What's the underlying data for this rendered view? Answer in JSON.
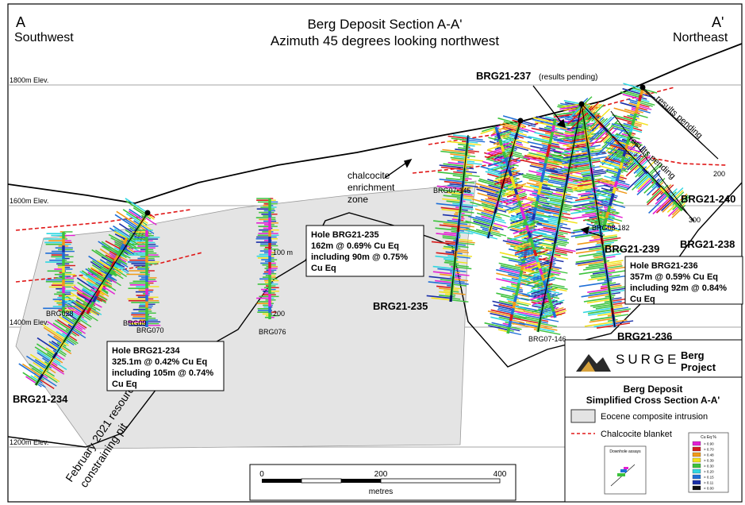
{
  "header": {
    "title": "Berg Deposit Section A-A'",
    "subtitle": "Azimuth 45 degrees looking northwest",
    "left_letter": "A",
    "left_dir": "Southwest",
    "right_letter": "A'",
    "right_dir": "Northeast"
  },
  "elevations": [
    "1800m Elev.",
    "1600m Elev.",
    "1400m Elev.",
    "1200m Elev."
  ],
  "holes": {
    "brg21_237": "BRG21-237",
    "brg21_237_note": "(results pending)",
    "brg21_240": "BRG21-240",
    "brg21_238": "BRG21-238",
    "brg21_239": "BRG21-239",
    "brg21_235": "BRG21-235",
    "brg21_236": "BRG21-236",
    "brg21_234": "BRG21-234",
    "brg028": "BRG028",
    "brg070": "BRG070",
    "brg076": "BRG076",
    "brg08_182": "BRG08-182",
    "brg07_146": "BRG07-146",
    "brg07_145": "BRG07-145",
    "brg09x": "BRG09"
  },
  "pending_labels": [
    "results pending",
    "results pending"
  ],
  "depth_labels": {
    "d100": "100 m",
    "d200": "200",
    "d300": "300"
  },
  "chalcocite_zone": [
    "chalcocite",
    "enrichment",
    "zone"
  ],
  "pit_label": [
    "February 2021 resource",
    "constraining pit"
  ],
  "callouts": {
    "brg21_235": [
      "Hole BRG21-235",
      "162m @ 0.69% Cu Eq",
      "including 90m @ 0.75%",
      "Cu Eq"
    ],
    "brg21_236": [
      "Hole BRG21-236",
      "357m @ 0.59% Cu Eq",
      "including 92m @ 0.84%",
      "Cu Eq"
    ],
    "brg21_234": [
      "Hole BRG21-234",
      "325.1m @ 0.42% Cu Eq",
      "including 105m @ 0.74%",
      "Cu Eq"
    ]
  },
  "scale": {
    "ticks": [
      "0",
      "200",
      "400"
    ],
    "unit": "metres"
  },
  "legend": {
    "company": "SURGE",
    "project_line1": "Berg",
    "project_line2": "Project",
    "title_line1": "Berg Deposit",
    "title_line2": "Simplified Cross Section A-A'",
    "intrusion": "Eocene composite intrusion",
    "blanket": "Chalcocite blanket",
    "inset_title": "Downhole assays",
    "cu_title": "Cu Eq %",
    "cu_bins": [
      "> 0.90",
      "> 0.70",
      "> 0.48",
      "> 0.39",
      "> 0.30",
      "> 0.20",
      "> 0.15",
      "> 0.11",
      "< 0.00"
    ]
  },
  "colors": {
    "intrusion_fill": "#e4e4e4",
    "blanket": "#e01818",
    "assay_green": "#3cc23c",
    "assay_blue": "#1f6fd6",
    "assay_dark_blue": "#1a2fa8",
    "assay_yellow": "#f2e21a",
    "assay_orange": "#f09a18",
    "assay_magenta": "#e21fd2",
    "assay_red": "#d51a1a",
    "assay_cyan": "#2fd6e0"
  }
}
